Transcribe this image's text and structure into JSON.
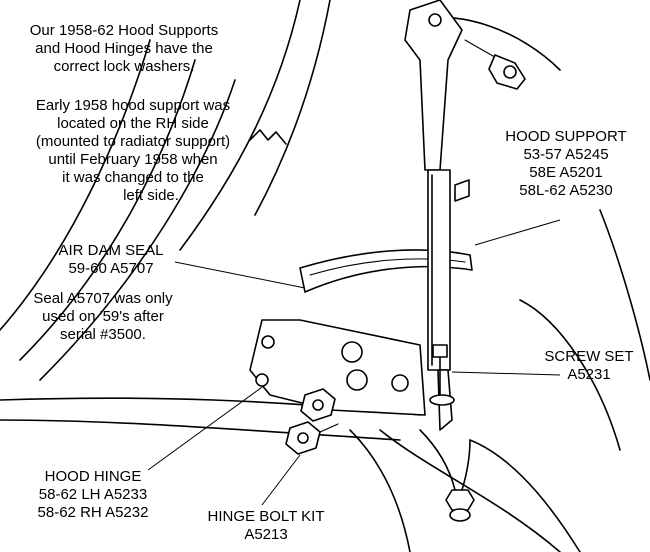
{
  "notes": {
    "lock_washers": [
      "Our 1958-62 Hood Supports",
      "and Hood Hinges have the",
      "correct lock washers."
    ],
    "early_1958": [
      "Early 1958 hood support was",
      "located on the RH side",
      "(mounted to radiator support)",
      "until February 1958 when",
      "it was changed to the",
      "left side."
    ],
    "seal_note": [
      "Seal A5707 was only",
      "used on '59's after",
      "serial #3500."
    ]
  },
  "parts": {
    "hood_support": {
      "title": "HOOD SUPPORT",
      "lines": [
        "53-57  A5245",
        "58E  A5201",
        "58L-62  A5230"
      ]
    },
    "air_dam_seal": {
      "title": "AIR DAM SEAL",
      "lines": [
        "59-60  A5707"
      ]
    },
    "screw_set": {
      "title": "SCREW SET",
      "lines": [
        "A5231"
      ]
    },
    "hood_hinge": {
      "title": "HOOD HINGE",
      "lines": [
        "58-62 LH  A5233",
        "58-62 RH  A5232"
      ]
    },
    "hinge_bolt_kit": {
      "title": "HINGE BOLT KIT",
      "lines": [
        "A5213"
      ]
    }
  }
}
